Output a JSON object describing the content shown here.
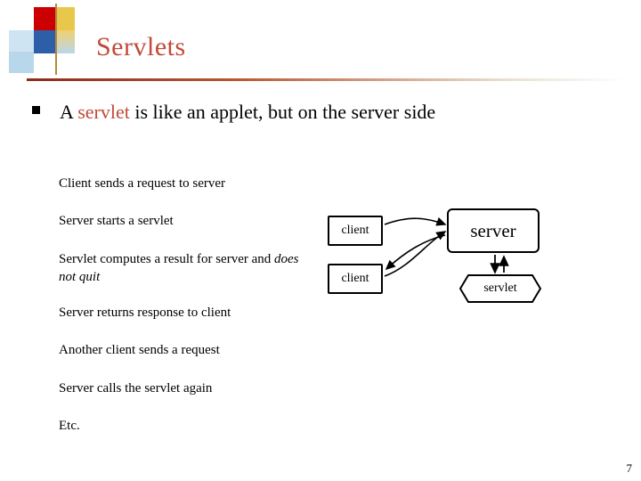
{
  "slide": {
    "title": "Servlets",
    "page_number": "7",
    "bullet": {
      "prefix": "A ",
      "keyword": "servlet",
      "suffix": " is like an applet, but on the server side"
    },
    "sequence": [
      {
        "text": "Client sends a request to server"
      },
      {
        "text": "Server starts a servlet"
      },
      {
        "text": "Servlet computes a result for server and ",
        "italic": "does not quit"
      },
      {
        "text": "Server returns response to client"
      },
      {
        "text": "Another client sends a request"
      },
      {
        "text": "Server calls the servlet again"
      },
      {
        "text": "Etc."
      }
    ],
    "diagram": {
      "client_top_label": "client",
      "client_bottom_label": "client",
      "server_label": "server",
      "servlet_label": "servlet"
    },
    "colors": {
      "title": "#c24a3a",
      "keyword": "#c24a3a",
      "rule_start": "#8a2b1f",
      "block_red": "#cc0000",
      "block_yellow": "#e8c84a",
      "block_blue": "#2d5fa8",
      "block_light_blue": "#b9d7ea"
    }
  }
}
